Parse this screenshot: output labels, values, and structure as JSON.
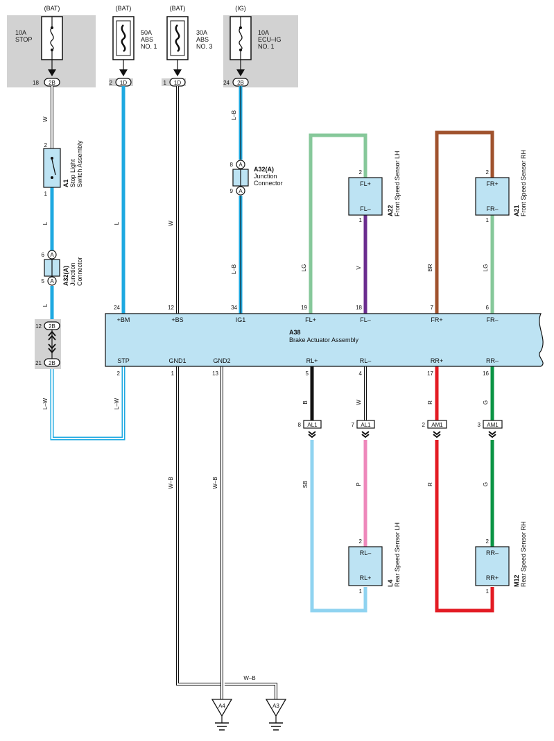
{
  "fuses": [
    {
      "source": "(BAT)",
      "rating": "10A",
      "name": [
        "STOP"
      ],
      "connector": "2B",
      "pin": "18"
    },
    {
      "source": "(BAT)",
      "rating": "50A",
      "name": [
        "ABS",
        "NO. 1"
      ],
      "connector": "1D",
      "pin": "2"
    },
    {
      "source": "(BAT)",
      "rating": "30A",
      "name": [
        "ABS",
        "NO. 3"
      ],
      "connector": "1D",
      "pin": "1"
    },
    {
      "source": "(IG)",
      "rating": "10A",
      "name": [
        "ECU–IG",
        "NO. 1"
      ],
      "connector": "2B",
      "pin": "24"
    }
  ],
  "stop_switch": {
    "id": "A1",
    "name": [
      "Stop Light",
      "Switch Assembly"
    ],
    "pin_top": "2",
    "pin_bottom": "1"
  },
  "junction_left": {
    "id": "A32(A)",
    "name": [
      "Junction",
      "Connector"
    ],
    "pin_top": "6",
    "pin_bottom": "5",
    "mark": "A"
  },
  "junction_ig": {
    "id": "A32(A)",
    "name": [
      "Junction",
      "Connector"
    ],
    "pin_top": "8",
    "pin_bottom": "9",
    "mark": "A"
  },
  "connector_2b_left": {
    "label": "2B",
    "pin_top": "12",
    "pin_bottom": "21"
  },
  "actuator": {
    "id": "A38",
    "name": "Brake Actuator Assembly",
    "top_terminals": [
      {
        "label": "+BM",
        "pin": "24"
      },
      {
        "label": "+BS",
        "pin": "12"
      },
      {
        "label": "IG1",
        "pin": "34"
      },
      {
        "label": "FL+",
        "pin": "19"
      },
      {
        "label": "FL–",
        "pin": "18"
      },
      {
        "label": "FR+",
        "pin": "7"
      },
      {
        "label": "FR–",
        "pin": "6"
      }
    ],
    "bottom_terminals": [
      {
        "label": "STP",
        "pin": "2"
      },
      {
        "label": "GND1",
        "pin": "1"
      },
      {
        "label": "GND2",
        "pin": "13"
      },
      {
        "label": "RL+",
        "pin": "5"
      },
      {
        "label": "RL–",
        "pin": "4"
      },
      {
        "label": "RR+",
        "pin": "17"
      },
      {
        "label": "RR–",
        "pin": "16"
      }
    ]
  },
  "sensors": {
    "front_lh": {
      "id": "A22",
      "name": "Front Speed Sensor LH",
      "t1": "FL+",
      "t2": "FL–",
      "pin_top": "2",
      "pin_bottom": "1"
    },
    "front_rh": {
      "id": "A21",
      "name": "Front Speed Sensor RH",
      "t1": "FR+",
      "t2": "FR–",
      "pin_top": "2",
      "pin_bottom": "1"
    },
    "rear_lh": {
      "id": "L4",
      "name": "Rear Speed Sensor LH",
      "t1": "RL–",
      "t2": "RL+",
      "pin_top": "2",
      "pin_bottom": "1"
    },
    "rear_rh": {
      "id": "M12",
      "name": "Rear Speed Sensor RH",
      "t1": "RR–",
      "t2": "RR+",
      "pin_top": "2",
      "pin_bottom": "1"
    }
  },
  "rear_connectors": [
    {
      "label": "AL1",
      "pin": "8"
    },
    {
      "label": "AL1",
      "pin": "7"
    },
    {
      "label": "AM1",
      "pin": "2"
    },
    {
      "label": "AM1",
      "pin": "3"
    }
  ],
  "wire_labels": {
    "w_stop": "W",
    "l_a": "L",
    "l_b": "L",
    "lw_left": "L–W",
    "lw_right": "L–W",
    "l_bm": "L",
    "w_bs": "W",
    "lb_top": "L–B",
    "lb_mid": "L–B",
    "lg_fl": "LG",
    "v_fl": "V",
    "br_fr": "BR",
    "lg_fr": "LG",
    "b_rl": "B",
    "w_rl": "W",
    "r_rr": "R",
    "g_rr": "G",
    "sb_rl": "SB",
    "p_rl": "P",
    "r_rr2": "R",
    "g_rr2": "G",
    "wb_1": "W–B",
    "wb_2": "W–B",
    "wb_3": "W–B"
  },
  "grounds": [
    {
      "label": "A4"
    },
    {
      "label": "A3"
    }
  ],
  "colors": {
    "L": "#1ea9e1",
    "W": "#ffffff",
    "LG": "#86c89a",
    "V": "#6b2d8f",
    "BR": "#a0522d",
    "B": "#111111",
    "R": "#e31b23",
    "G": "#0b9444",
    "SB": "#8fd3f0",
    "P": "#ee88bb",
    "actuator_fill": "#bde3f3",
    "fuse_bg": "#d2d2d2"
  }
}
